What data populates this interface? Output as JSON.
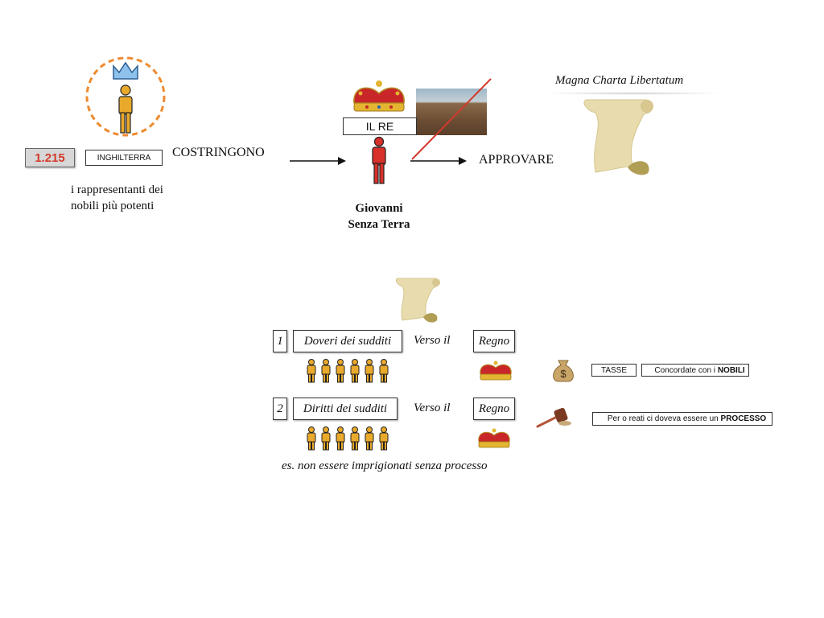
{
  "top": {
    "year": "1.215",
    "country": "INGHILTERRA",
    "verb": "COSTRINGONO",
    "nobles_caption": "i rappresentanti dei\nnobili più potenti",
    "king_label": "IL RE",
    "king_name_1": "Giovanni",
    "king_name_2": "Senza Terra",
    "approve": "APPROVARE",
    "charter_title": "Magna Charta Libertatum"
  },
  "rows": [
    {
      "number": "1",
      "subject": "Doveri dei sudditi",
      "connector": "Verso il",
      "target": "Regno",
      "note_label": "TASSE",
      "note_text": "Concordate con i ",
      "note_bold": "NOBILI"
    },
    {
      "number": "2",
      "subject": "Diritti dei sudditi",
      "connector": "Verso il",
      "target": "Regno",
      "note_text": "Per o reati ci doveva essere un ",
      "note_bold": "PROCESSO"
    }
  ],
  "example": "es. non essere imprigionati senza processo",
  "colors": {
    "year_red": "#d43a2a",
    "person_gold": "#e9a92b",
    "king_red": "#d8312a",
    "crown_blue": "#8ec2ec",
    "circle_orange": "#ef8a2f",
    "scroll": "#e8dcae"
  }
}
